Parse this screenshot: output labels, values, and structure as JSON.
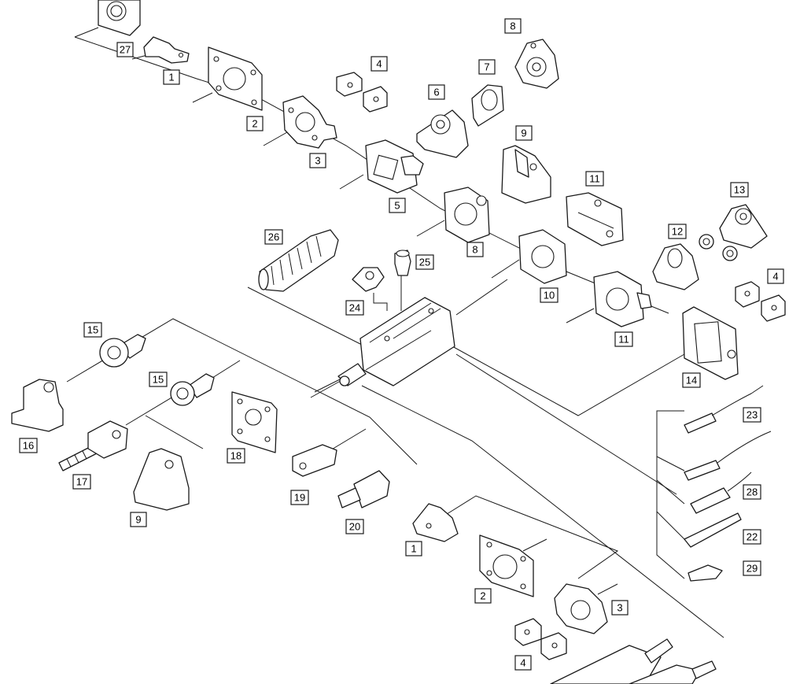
{
  "labels": [
    {
      "id": "l27a",
      "text": "27"
    },
    {
      "id": "l1a",
      "text": "1"
    },
    {
      "id": "l2a",
      "text": "2"
    },
    {
      "id": "l3a",
      "text": "3"
    },
    {
      "id": "l4a",
      "text": "4"
    },
    {
      "id": "l5",
      "text": "5"
    },
    {
      "id": "l6",
      "text": "6"
    },
    {
      "id": "l7",
      "text": "7"
    },
    {
      "id": "l8a",
      "text": "8"
    },
    {
      "id": "l9a",
      "text": "9"
    },
    {
      "id": "l8b",
      "text": "8"
    },
    {
      "id": "l11a",
      "text": "11"
    },
    {
      "id": "l13",
      "text": "13"
    },
    {
      "id": "l12",
      "text": "12"
    },
    {
      "id": "l4b",
      "text": "4"
    },
    {
      "id": "l10",
      "text": "10"
    },
    {
      "id": "l11b",
      "text": "11"
    },
    {
      "id": "l26",
      "text": "26"
    },
    {
      "id": "l25",
      "text": "25"
    },
    {
      "id": "l24",
      "text": "24"
    },
    {
      "id": "l14",
      "text": "14"
    },
    {
      "id": "l15a",
      "text": "15"
    },
    {
      "id": "l15b",
      "text": "15"
    },
    {
      "id": "l16",
      "text": "16"
    },
    {
      "id": "l17",
      "text": "17"
    },
    {
      "id": "l9b",
      "text": "9"
    },
    {
      "id": "l18",
      "text": "18"
    },
    {
      "id": "l19",
      "text": "19"
    },
    {
      "id": "l20",
      "text": "20"
    },
    {
      "id": "l23",
      "text": "23"
    },
    {
      "id": "l28",
      "text": "28"
    },
    {
      "id": "l22",
      "text": "22"
    },
    {
      "id": "l29",
      "text": "29"
    },
    {
      "id": "l1b",
      "text": "1"
    },
    {
      "id": "l2b",
      "text": "2"
    },
    {
      "id": "l3b",
      "text": "3"
    },
    {
      "id": "l4c",
      "text": "4"
    }
  ]
}
